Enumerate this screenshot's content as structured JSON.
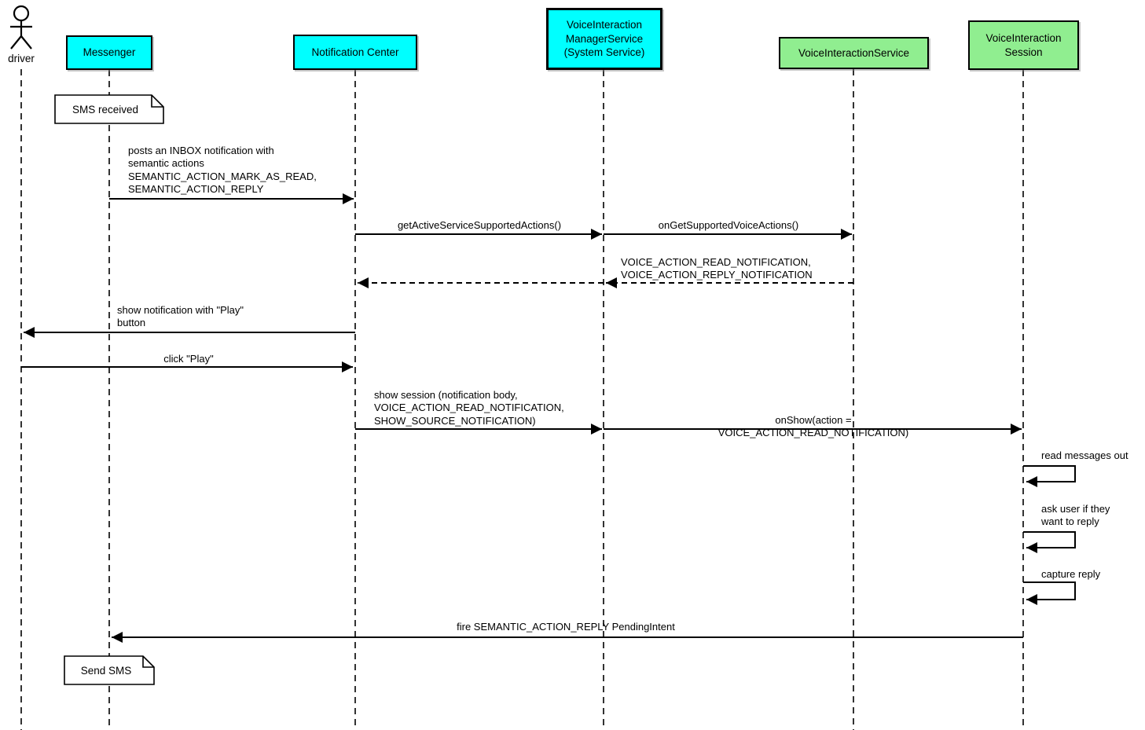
{
  "colors": {
    "participant_cyan": "#00ffff",
    "participant_green": "#90ee90",
    "line": "#000000",
    "note_fill": "#ffffff",
    "background": "#ffffff"
  },
  "participants": [
    {
      "id": "driver",
      "type": "actor",
      "label": "driver"
    },
    {
      "id": "messenger",
      "type": "box",
      "label": "Messenger",
      "color": "#00ffff"
    },
    {
      "id": "notification-center",
      "type": "box",
      "label": "Notification Center",
      "color": "#00ffff"
    },
    {
      "id": "voice-interaction-manager-service",
      "type": "box",
      "label": "VoiceInteraction\nManagerService\n(System Service)",
      "color": "#00ffff"
    },
    {
      "id": "voice-interaction-service",
      "type": "box",
      "label": "VoiceInteractionService",
      "color": "#90ee90"
    },
    {
      "id": "voice-interaction-session",
      "type": "box",
      "label": "VoiceInteraction\nSession",
      "color": "#90ee90"
    }
  ],
  "notes": [
    {
      "label": "SMS received",
      "attached_to": "messenger"
    },
    {
      "label": "Send SMS",
      "attached_to": "messenger"
    }
  ],
  "messages": [
    {
      "from": "messenger",
      "to": "notification-center",
      "style": "solid",
      "label": "posts an INBOX notification with\nsemantic actions\nSEMANTIC_ACTION_MARK_AS_READ,\nSEMANTIC_ACTION_REPLY"
    },
    {
      "from": "notification-center",
      "to": "voice-interaction-manager-service",
      "style": "solid",
      "label": "getActiveServiceSupportedActions()"
    },
    {
      "from": "voice-interaction-manager-service",
      "to": "voice-interaction-service",
      "style": "solid",
      "label": "onGetSupportedVoiceActions()"
    },
    {
      "from": "voice-interaction-service",
      "to": "notification-center",
      "style": "dashed",
      "label": "VOICE_ACTION_READ_NOTIFICATION,\nVOICE_ACTION_REPLY_NOTIFICATION"
    },
    {
      "from": "notification-center",
      "to": "driver",
      "style": "solid",
      "label": "show notification with \"Play\"\nbutton"
    },
    {
      "from": "driver",
      "to": "notification-center",
      "style": "solid",
      "label": "click \"Play\""
    },
    {
      "from": "notification-center",
      "to": "voice-interaction-manager-service",
      "style": "solid",
      "label": "show session (notification body,\nVOICE_ACTION_READ_NOTIFICATION,\nSHOW_SOURCE_NOTIFICATION)"
    },
    {
      "from": "voice-interaction-manager-service",
      "to": "voice-interaction-session",
      "style": "solid",
      "label": "onShow(action = VOICE_ACTION_READ_NOTIFICATION)"
    },
    {
      "from": "voice-interaction-session",
      "to": "voice-interaction-session",
      "style": "self",
      "label": "read messages out"
    },
    {
      "from": "voice-interaction-session",
      "to": "voice-interaction-session",
      "style": "self",
      "label": "ask user if they\nwant to reply"
    },
    {
      "from": "voice-interaction-session",
      "to": "voice-interaction-session",
      "style": "self",
      "label": "capture reply"
    },
    {
      "from": "voice-interaction-session",
      "to": "messenger",
      "style": "solid",
      "label": "fire SEMANTIC_ACTION_REPLY PendingIntent"
    }
  ]
}
